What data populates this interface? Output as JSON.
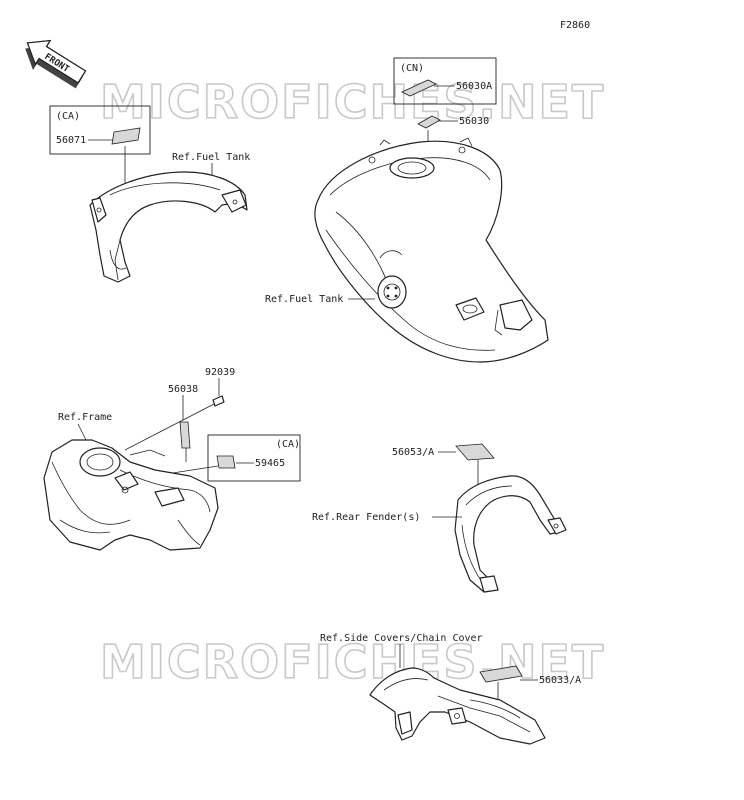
{
  "figure_code": "F2860",
  "front_arrow_text": "FRONT",
  "watermark": "MICROFICHES.NET",
  "callouts": {
    "ca_top_region": "(CA)",
    "part_56071": "56071",
    "ref_fuel_tank_top": "Ref.Fuel Tank",
    "cn_region": "(CN)",
    "part_56030A": "56030A",
    "part_56030": "56030",
    "ref_fuel_tank_main": "Ref.Fuel Tank",
    "part_92039": "92039",
    "part_56038": "56038",
    "ref_frame": "Ref.Frame",
    "ca_mid_region": "(CA)",
    "part_59465": "59465",
    "part_56053A": "56053/A",
    "ref_rear_fender": "Ref.Rear Fender(s)",
    "ref_side_covers": "Ref.Side Covers/Chain Cover",
    "part_56033A": "56033/A"
  }
}
